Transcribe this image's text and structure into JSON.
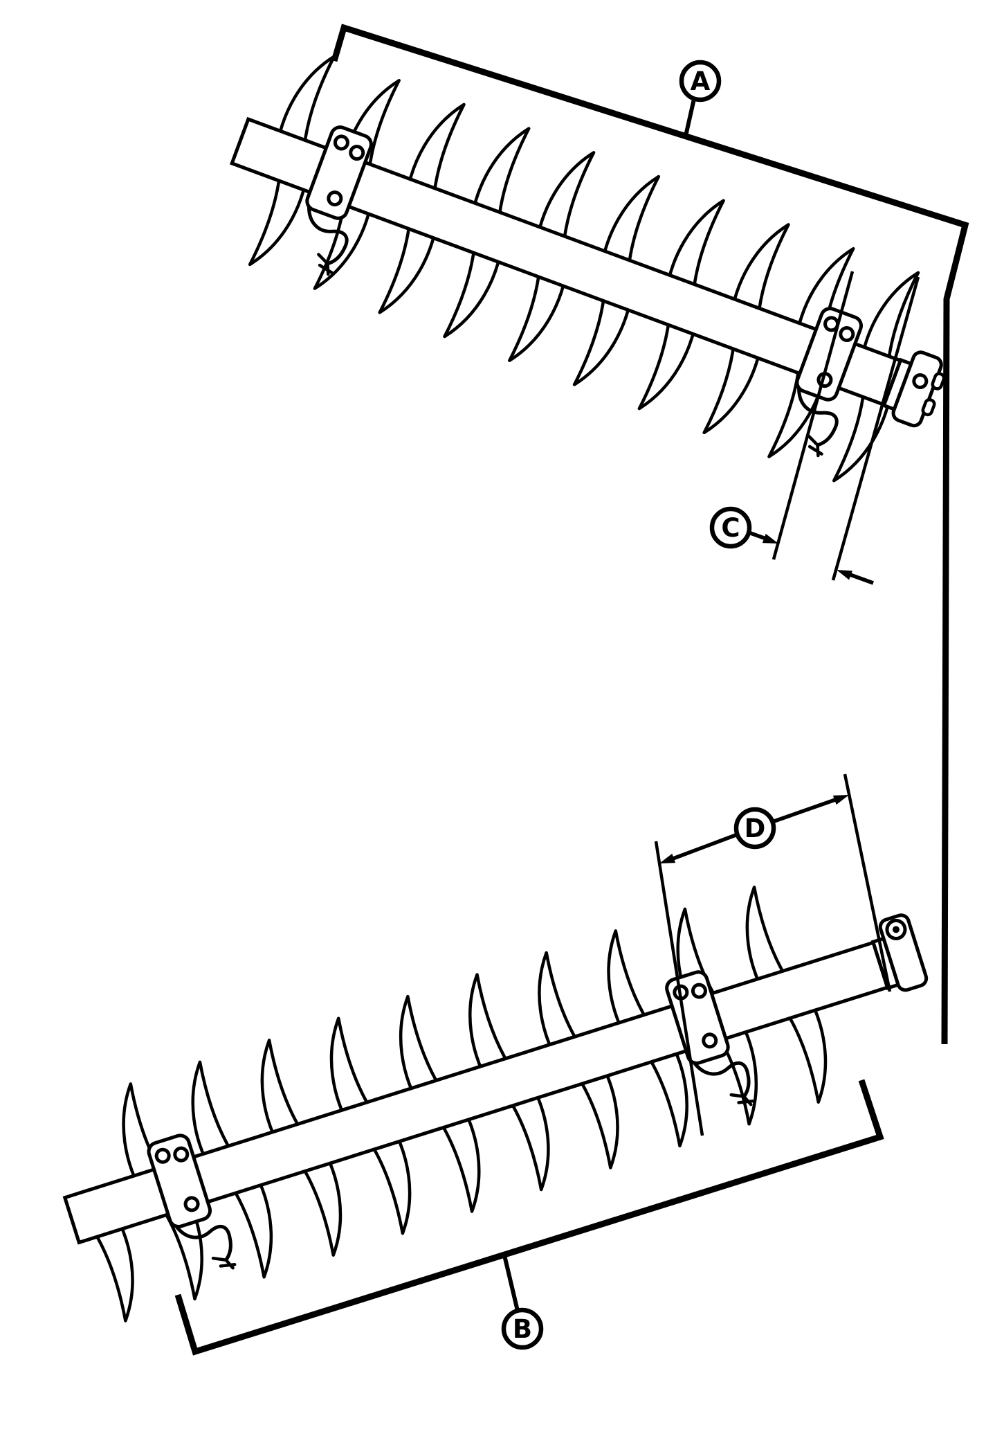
{
  "figure": {
    "callouts": [
      {
        "label": "A"
      },
      {
        "label": "B"
      },
      {
        "label": "C"
      },
      {
        "label": "D"
      }
    ],
    "colors": {
      "line": "#000000",
      "background": "#ffffff"
    }
  }
}
